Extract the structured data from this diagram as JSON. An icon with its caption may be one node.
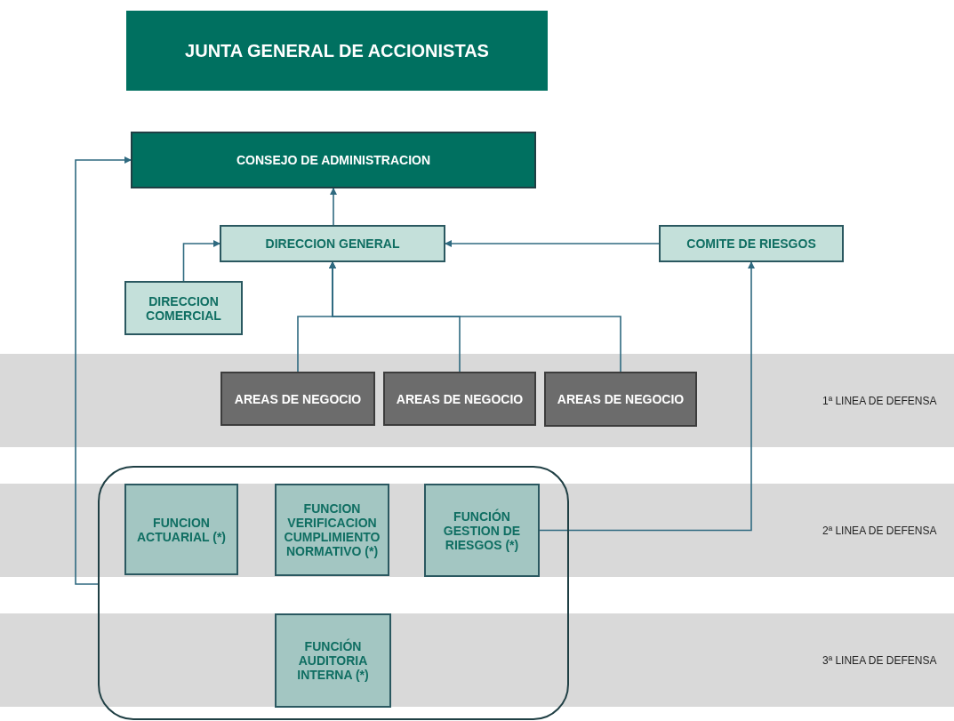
{
  "diagram": {
    "nodes": [
      {
        "text": [
          "JUNTA GENERAL DE ACCIONISTAS"
        ]
      },
      {
        "text": [
          "CONSEJO DE ADMINISTRACION"
        ]
      },
      {
        "text": [
          "DIRECCION GENERAL"
        ]
      },
      {
        "text": [
          "COMITE DE RIESGOS"
        ]
      },
      {
        "text": [
          "DIRECCION COMERCIAL"
        ]
      },
      {
        "text": [
          "AREAS DE NEGOCIO"
        ]
      },
      {
        "text": [
          "AREAS DE NEGOCIO"
        ]
      },
      {
        "text": [
          "AREAS DE NEGOCIO"
        ]
      },
      {
        "text": [],
        "shape": "box"
      },
      {
        "text": [
          "FUNCION ACTUARIAL (*)"
        ],
        "in": 8
      },
      {
        "text": [
          "FUNCION VERIFICACION CUMPLIMIENTO NORMATIVO (*)"
        ],
        "in": 8
      },
      {
        "text": [
          "FUNCIÓN GESTION DE RIESGOS (*)"
        ],
        "in": 8
      },
      {
        "text": [
          "FUNCIÓN AUDITORIA INTERNA (*)"
        ],
        "in": 8
      }
    ],
    "edges": [
      {
        "from": 2,
        "to": 1,
        "arrow": "to"
      },
      {
        "from": 4,
        "to": 2,
        "arrow": "to"
      },
      {
        "from": 3,
        "to": 2,
        "arrow": "to"
      },
      {
        "from": 5,
        "to": 2,
        "arrow": "to"
      },
      {
        "from": 6,
        "to": 2,
        "arrow": "to"
      },
      {
        "from": 7,
        "to": 2,
        "arrow": "to"
      },
      {
        "from": 11,
        "to": 3,
        "arrow": "to"
      },
      {
        "from": 8,
        "to": 1,
        "arrow": "to"
      }
    ],
    "labels": [
      "1ª LINEA DE DEFENSA",
      "2ª LINEA DE DEFENSA",
      "3ª LINEA DE DEFENSA"
    ]
  }
}
